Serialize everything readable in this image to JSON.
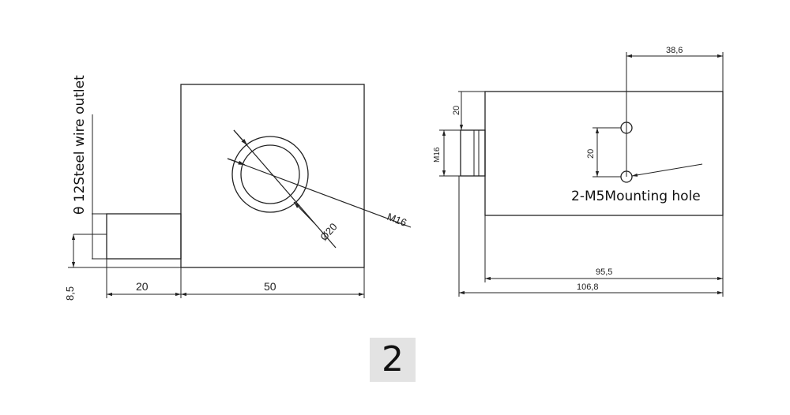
{
  "left_view": {
    "wire_outlet_label": "θ 12Steel wire outlet",
    "dim_offset": "8,5",
    "dim_stub_length": "20",
    "dim_body_width": "50",
    "dim_bore_diameter": "Ø20",
    "dim_thread": "M16"
  },
  "right_view": {
    "dim_hole_offset": "38,6",
    "dim_height": "20",
    "dim_thread": "M16",
    "dim_hole_spacing": "20",
    "mounting_hole_label": "2-M5Mounting hole",
    "dim_body_length": "95,5",
    "dim_overall_length": "106,8"
  },
  "figure_number": "2"
}
